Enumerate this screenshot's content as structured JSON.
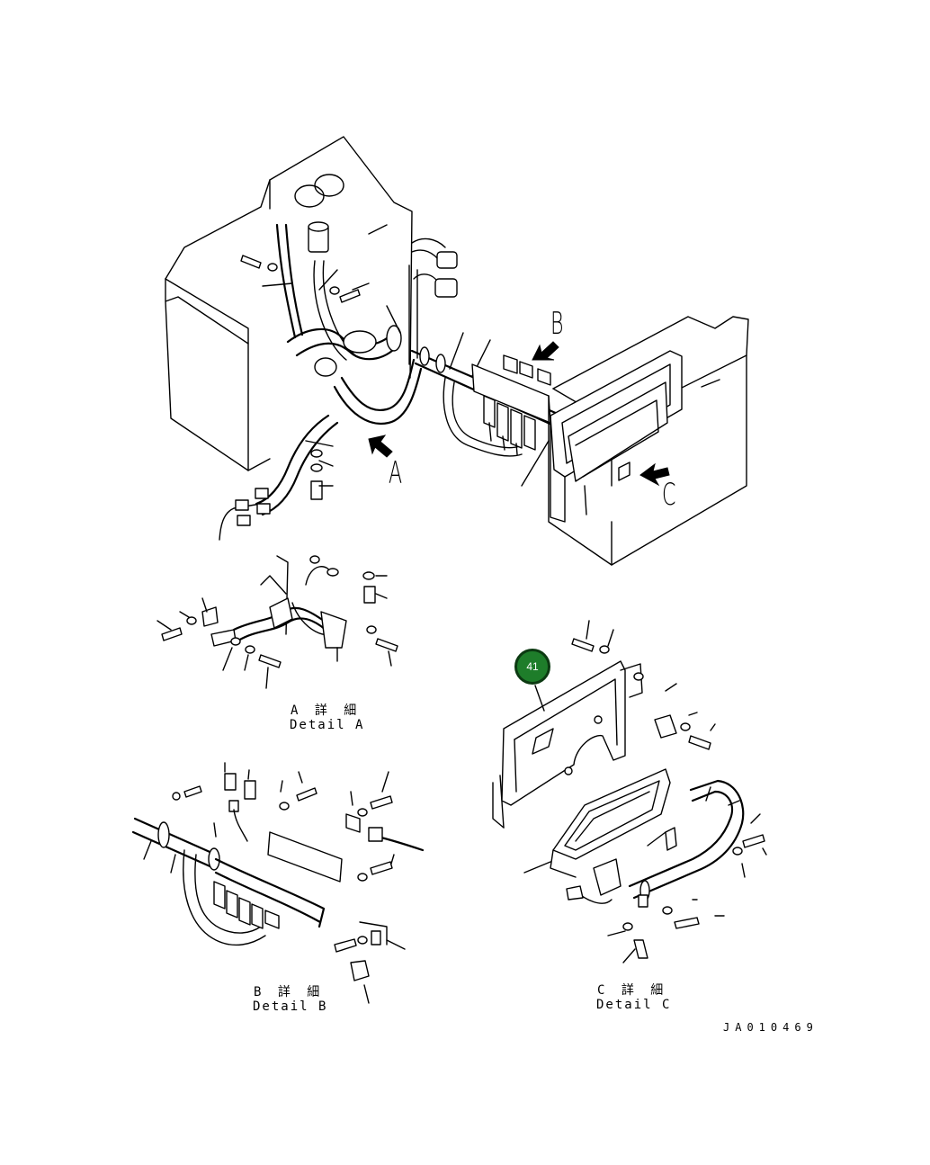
{
  "labels": {
    "view_a": "A",
    "view_b": "B",
    "view_c": "C"
  },
  "details": {
    "a": {
      "jp": "A 詳 細",
      "en": "Detail A"
    },
    "b": {
      "jp": "B 詳 細",
      "en": "Detail B"
    },
    "c": {
      "jp": "C 詳 細",
      "en": "Detail C"
    }
  },
  "drawing_code": "JA010469",
  "callout": {
    "number": "41",
    "color": "#1e7d2a"
  }
}
